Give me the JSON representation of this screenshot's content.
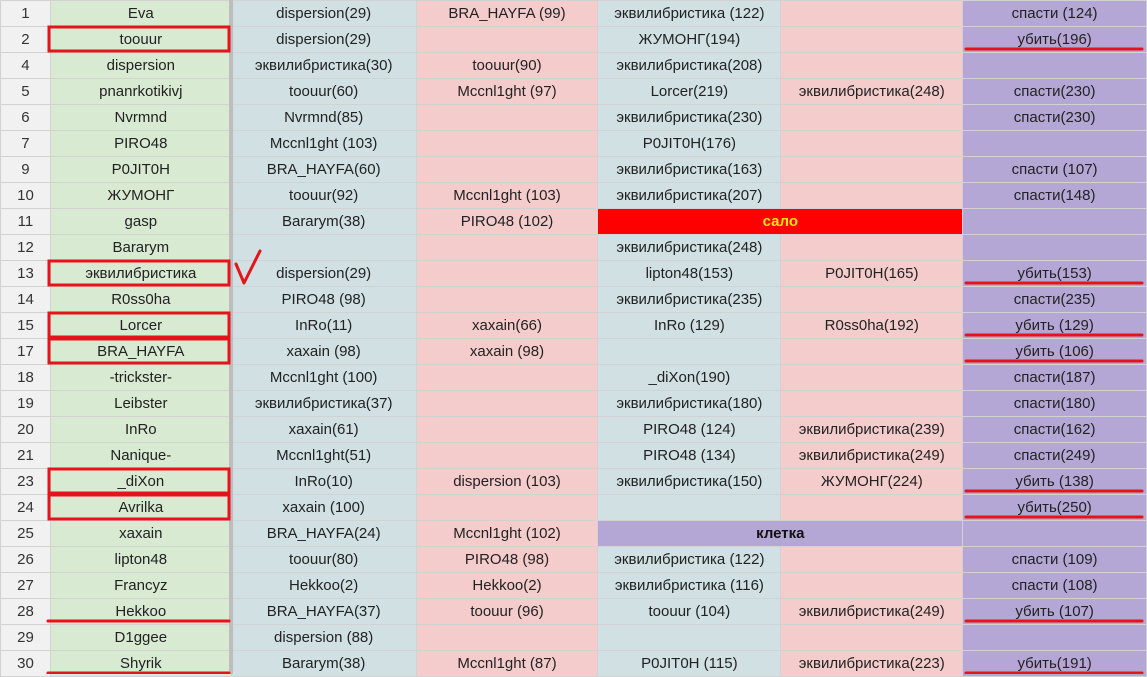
{
  "rows": [
    {
      "num": "1",
      "name": "Eva",
      "c2": "dispersion(29)",
      "c3": "BRA_HAYFA (99)",
      "c4": "эквилибристика (122)",
      "c5": "",
      "c6": "спасти (124)"
    },
    {
      "num": "2",
      "name": "toouur",
      "c2": "dispersion(29)",
      "c3": "",
      "c4": "ЖУМОНГ(194)",
      "c5": "",
      "c6": "убить(196)"
    },
    {
      "num": "4",
      "name": "dispersion",
      "c2": "эквилибристика(30)",
      "c3": "toouur(90)",
      "c4": "эквилибристика(208)",
      "c5": "",
      "c6": ""
    },
    {
      "num": "5",
      "name": "pnanrkotikivj",
      "c2": "toouur(60)",
      "c3": "Mccnl1ght (97)",
      "c4": "Lorcer(219)",
      "c5": "эквилибристика(248)",
      "c6": "спасти(230)"
    },
    {
      "num": "6",
      "name": "Nvrmnd",
      "c2": "Nvrmnd(85)",
      "c3": "",
      "c4": "эквилибристика(230)",
      "c5": "",
      "c6": "спасти(230)"
    },
    {
      "num": "7",
      "name": "PIRO48",
      "c2": "Mccnl1ght (103)",
      "c3": "",
      "c4": "P0JIT0H(176)",
      "c5": "",
      "c6": ""
    },
    {
      "num": "9",
      "name": "P0JIT0H",
      "c2": "BRA_HAYFA(60)",
      "c3": "",
      "c4": "эквилибристика(163)",
      "c5": "",
      "c6": "спасти (107)"
    },
    {
      "num": "10",
      "name": "ЖУМОНГ",
      "c2": "toouur(92)",
      "c3": "Mccnl1ght (103)",
      "c4": "эквилибристика(207)",
      "c5": "",
      "c6": "спасти(148)"
    },
    {
      "num": "11",
      "name": "gasp",
      "c2": "Bararym(38)",
      "c3": "PIRO48 (102)",
      "band": "сало",
      "bandType": "red",
      "c6": ""
    },
    {
      "num": "12",
      "name": "Bararym",
      "c2": "",
      "c3": "",
      "c4": "эквилибристика(248)",
      "c5": "",
      "c6": ""
    },
    {
      "num": "13",
      "name": "эквилибристика",
      "c2": "dispersion(29)",
      "c3": "",
      "c4": "lipton48(153)",
      "c5": "P0JIT0H(165)",
      "c6": "убить(153)"
    },
    {
      "num": "14",
      "name": "R0ss0ha",
      "c2": "PIRO48 (98)",
      "c3": "",
      "c4": "эквилибристика(235)",
      "c5": "",
      "c6": "спасти(235)"
    },
    {
      "num": "15",
      "name": "Lorcer",
      "c2": "InRo(11)",
      "c3": "xaxain(66)",
      "c4": "InRo (129)",
      "c5": "R0ss0ha(192)",
      "c6": "убить (129)"
    },
    {
      "num": "17",
      "name": "BRA_HAYFA",
      "c2": "xaxain (98)",
      "c3": "xaxain (98)",
      "c4": "",
      "c5": "",
      "c6": "убить (106)"
    },
    {
      "num": "18",
      "name": "-trickster-",
      "c2": "Mccnl1ght (100)",
      "c3": "",
      "c4": "_diXon(190)",
      "c5": "",
      "c6": "спасти(187)"
    },
    {
      "num": "19",
      "name": "Leibster",
      "c2": "эквилибристика(37)",
      "c3": "",
      "c4": "эквилибристика(180)",
      "c5": "",
      "c6": "спасти(180)"
    },
    {
      "num": "20",
      "name": "InRo",
      "c2": "xaxain(61)",
      "c3": "",
      "c4": "PIRO48 (124)",
      "c5": "эквилибристика(239)",
      "c6": "спасти(162)"
    },
    {
      "num": "21",
      "name": "Nanique-",
      "c2": "Mccnl1ght(51)",
      "c3": "",
      "c4": "PIRO48 (134)",
      "c5": "эквилибристика(249)",
      "c6": "спасти(249)"
    },
    {
      "num": "23",
      "name": "_diXon",
      "c2": "InRo(10)",
      "c3": "dispersion (103)",
      "c4": "эквилибристика(150)",
      "c5": "ЖУМОНГ(224)",
      "c6": "убить (138)"
    },
    {
      "num": "24",
      "name": "Avrilka",
      "c2": "xaxain (100)",
      "c3": "",
      "c4": "",
      "c5": "",
      "c6": "убить(250)"
    },
    {
      "num": "25",
      "name": "xaxain",
      "c2": "BRA_HAYFA(24)",
      "c3": "Mccnl1ght (102)",
      "band": "клетка",
      "bandType": "purple",
      "c6": ""
    },
    {
      "num": "26",
      "name": "lipton48",
      "c2": "toouur(80)",
      "c3": "PIRO48 (98)",
      "c4": "эквилибристика (122)",
      "c5": "",
      "c6": "спасти (109)"
    },
    {
      "num": "27",
      "name": "Francyz",
      "c2": "Hekkoo(2)",
      "c3": "Hekkoo(2)",
      "c4": "эквилибристика (116)",
      "c5": "",
      "c6": "спасти (108)"
    },
    {
      "num": "28",
      "name": "Hekkoo",
      "c2": "BRA_HAYFA(37)",
      "c3": "toouur (96)",
      "c4": "toouur (104)",
      "c5": "эквилибристика(249)",
      "c6": "убить (107)"
    },
    {
      "num": "29",
      "name": "D1ggee",
      "c2": "dispersion (88)",
      "c3": "",
      "c4": "",
      "c5": "",
      "c6": ""
    },
    {
      "num": "30",
      "name": "Shyrik",
      "c2": "Bararym(38)",
      "c3": "Mccnl1ght (87)",
      "c4": "P0JIT0H (115)",
      "c5": "эквилибристика(223)",
      "c6": "убить(191)"
    }
  ],
  "annotations": {
    "color": "#e5141b",
    "checkmark_row": "13",
    "boxed_names": [
      "2",
      "13",
      "15",
      "17",
      "23",
      "24"
    ],
    "underlined_names": [
      "28",
      "30"
    ],
    "underlined_kill_cells": [
      "2",
      "13",
      "15",
      "17",
      "23",
      "24",
      "28",
      "30"
    ]
  }
}
